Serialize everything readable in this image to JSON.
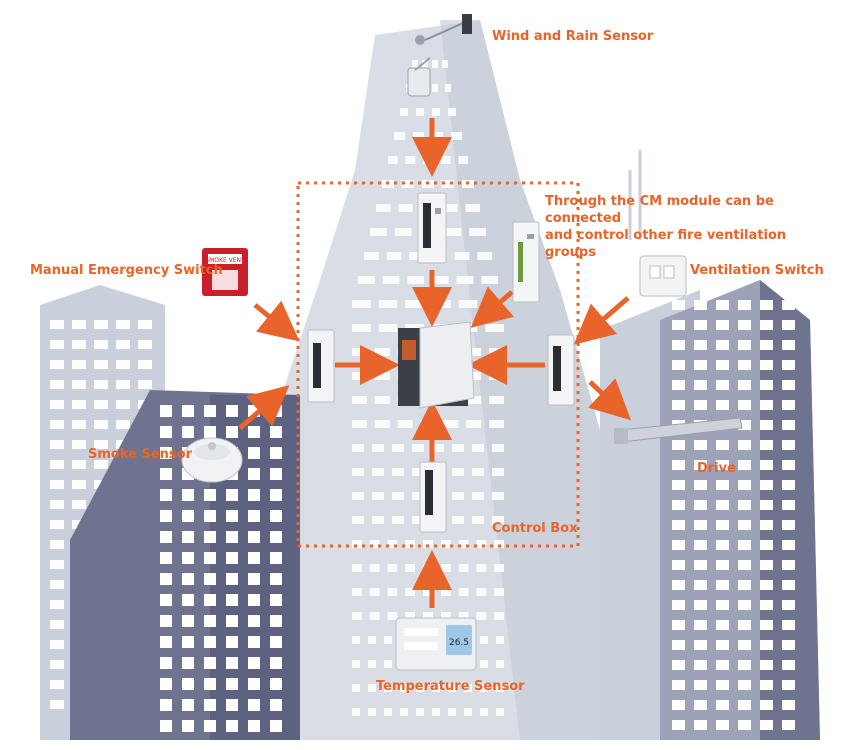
{
  "labels": {
    "wind_rain": "Wind and Rain Sensor",
    "cm_note_line1": "Through the CM module can be connected",
    "cm_note_line2": "and control other fire ventilation groups",
    "manual_switch": "Manual Emergency Switch",
    "ventilation_switch": "Ventilation Switch",
    "smoke_sensor": "Smoke Sensor",
    "drive": "Drive",
    "control_box": "Control Box",
    "temperature_sensor": "Temperature Sensor"
  },
  "device_text": {
    "emergency_switch_plate": "SMOKE VENT",
    "thermostat_display": "26.5"
  },
  "colors": {
    "accent": "#e9642a",
    "building_dark": "#6e7390",
    "building_light": "#c9d0dc",
    "tower": "#d9dee6",
    "window": "#ffffff",
    "alarm_red": "#c8202a"
  }
}
